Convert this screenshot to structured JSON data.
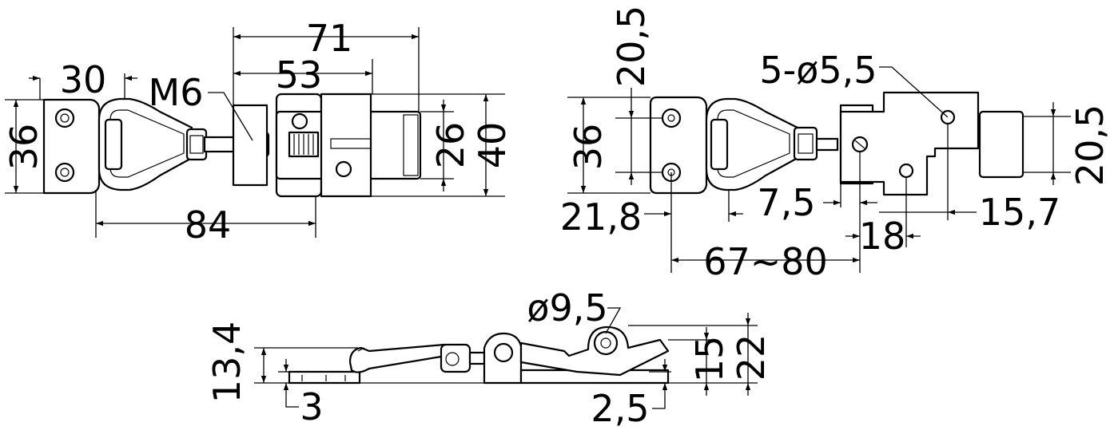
{
  "top_view": {
    "width_71": "71",
    "width_53": "53",
    "width_30": "30",
    "thread_m6": "M6",
    "height_36": "36",
    "height_26": "26",
    "height_40": "40",
    "length_84": "84"
  },
  "side_view": {
    "height_20_5_top": "20,5",
    "holes": "5-ø5,5",
    "height_36": "36",
    "height_20_5_right": "20,5",
    "offset_7_5": "7,5",
    "offset_21_8": "21,8",
    "offset_15_7": "15,7",
    "offset_18": "18",
    "range_67_80": "67~80"
  },
  "front_view": {
    "dia_9_5": "ø9,5",
    "height_13_4": "13,4",
    "thickness_3": "3",
    "height_15": "15",
    "height_22": "22",
    "thickness_2_5": "2,5"
  }
}
